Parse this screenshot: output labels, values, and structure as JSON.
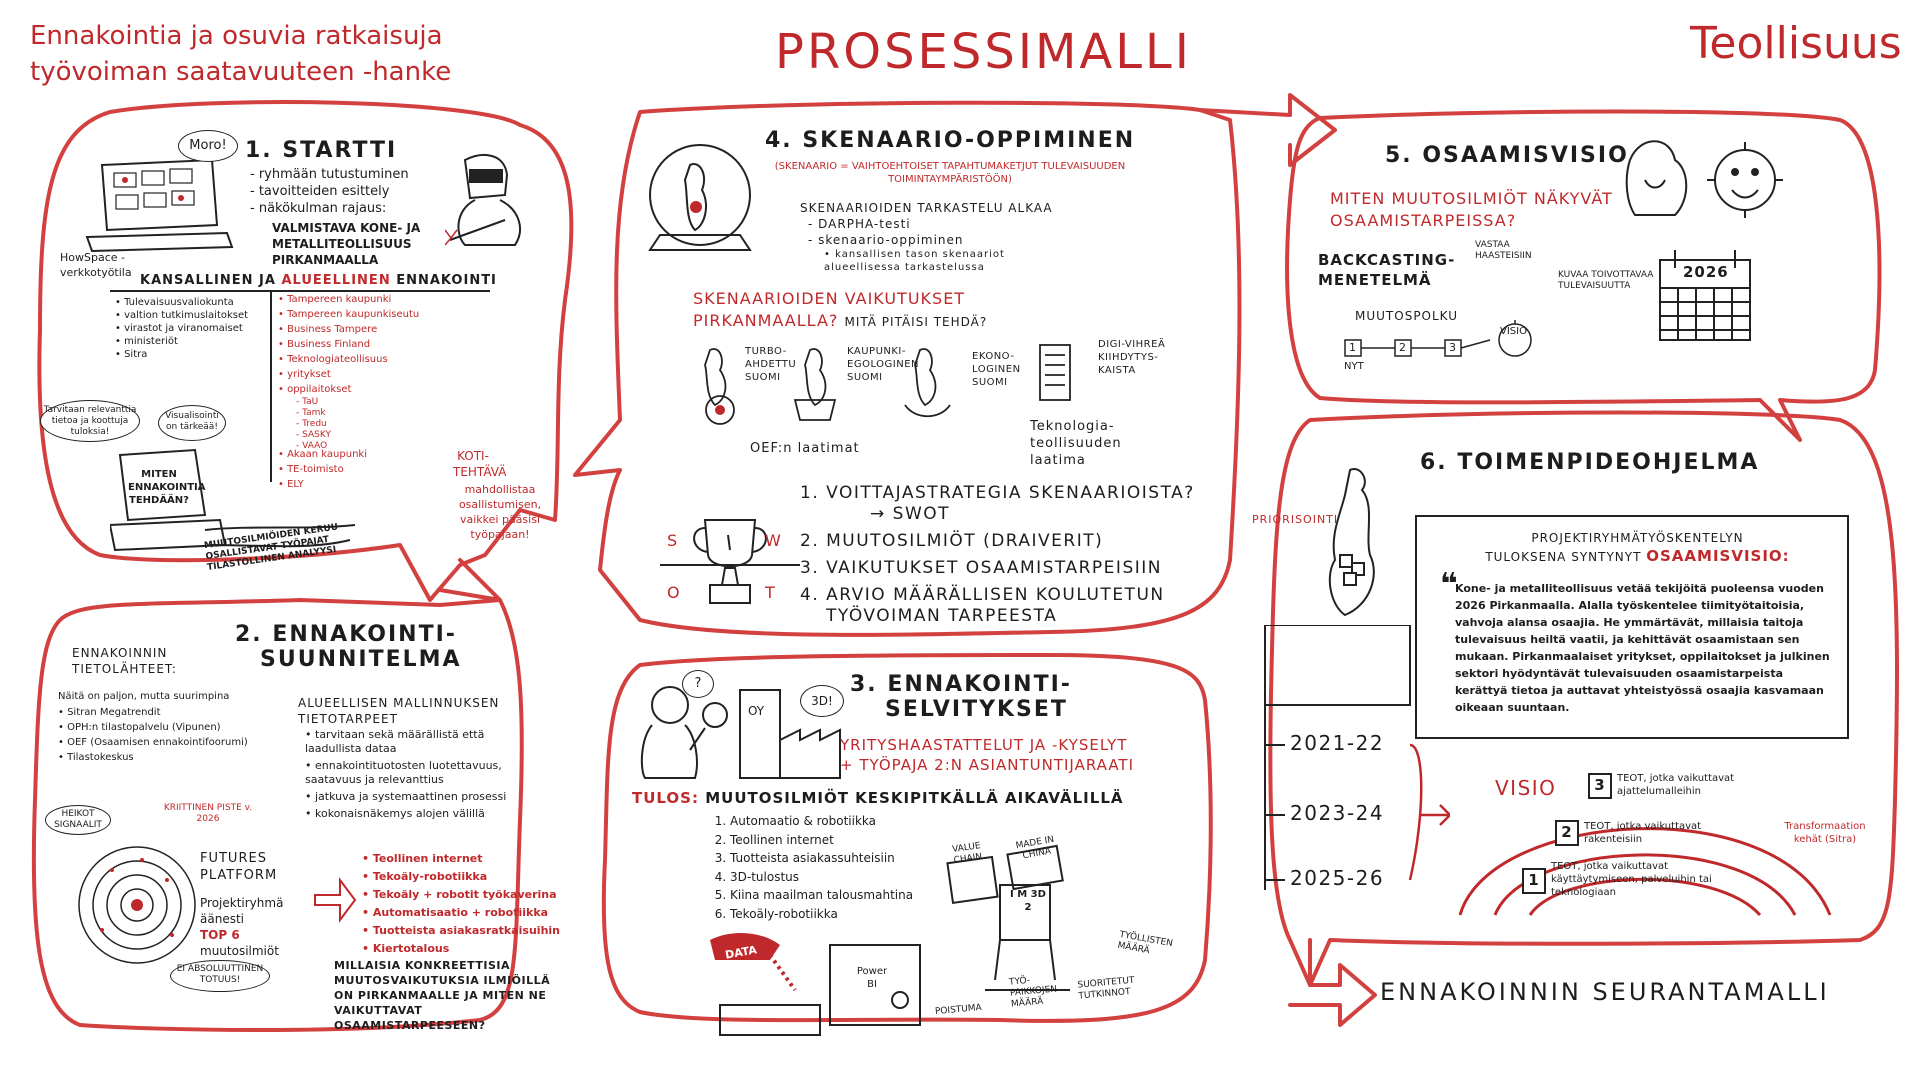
{
  "header": {
    "project_line1": "Ennakointia ja osuvia ratkaisuja",
    "project_line2": "työvoiman saatavuuteen -hanke",
    "title": "PROSESSIMALLI",
    "industry": "Teollisuus"
  },
  "colors": {
    "accent": "#c0292b",
    "ink": "#1d1d1d",
    "background": "#ffffff"
  },
  "step1": {
    "title": "1. STARTTI",
    "bullets": [
      "- ryhmään tutustuminen",
      "- tavoitteiden esittely",
      "- näkökulman rajaus:"
    ],
    "focus": "VALMISTAVA KONE- JA METALLITEOLLISUUS PIRKANMAALLA",
    "moro": "Moro!",
    "howspace": "HowSpace -verkkotyötila",
    "heading_a": "KANSALLINEN JA",
    "heading_b": "ALUEELLINEN",
    "heading_c": "ENNAKOINTI",
    "national": [
      "Tulevaisuusvaliokunta",
      "valtion tutkimuslaitokset",
      "virastot ja viranomaiset",
      "ministeriöt",
      "Sitra"
    ],
    "regional": [
      "Tampereen kaupunki",
      "Tampereen kaupunkiseutu",
      "Business Tampere",
      "Business Finland",
      "Teknologiateollisuus",
      "yritykset",
      "oppilaitokset"
    ],
    "schools": [
      "- TaU",
      "- Tamk",
      "- Tredu",
      "- SASKY",
      "- VAAO"
    ],
    "regional_more": [
      "Akaan kaupunki",
      "TE-toimisto",
      "ELY"
    ],
    "bubble_a": "Tarvitaan relevanttia tietoa ja koottuja tuloksia!",
    "bubble_b": "Visualisointi on tärkeää!",
    "screen": "MITEN ENNAKOINTIA TEHDÄÄN?",
    "scroll": "MUUTOSILMIÖIDEN KERUU OSALLISTAVAT TYÖPAJAT TILASTOLLINEN ANALYYSI",
    "homework": "KOTI-TEHTÄVÄ",
    "homework_note": "mahdollistaa osallistumisen, vaikkei pääsisi työpajaan!"
  },
  "step2": {
    "title_a": "2. ENNAKOINTI-",
    "title_b": "SUUNNITELMA",
    "sources_title": "ENNAKOINNIN TIETOLÄHTEET:",
    "sources_intro": "Näitä on paljon, mutta suurimpina",
    "sources": [
      "Sitran Megatrendit",
      "OPH:n tilastopalvelu (Vipunen)",
      "OEF (Osaamisen ennakointifoorumi)",
      "Tilastokeskus"
    ],
    "needs_title": "ALUEELLISEN MALLINNUKSEN TIETOTARPEET",
    "needs": [
      "tarvitaan sekä määrällistä että laadullista dataa",
      "ennakointituotosten luotettavuus, saatavuus ja relevanttius",
      "jatkuva ja systemaattinen prosessi",
      "kokonaisnäkemys alojen välillä"
    ],
    "weak": "HEIKOT SIGNAALIT",
    "critical": "KRIITTINEN PISTE v. 2026",
    "futures": "FUTURES PLATFORM",
    "voted_a": "Projektiryhmä äänesti",
    "top6": "TOP 6",
    "voted_b": "muutosilmiöt",
    "absolute": "EI ABSOLUUTTINEN TOTUUS!",
    "top_list": [
      "Teollinen internet",
      "Tekoäly-robotiikka",
      "Tekoäly + robotit työkaverina",
      "Automatisaatio + robotiikka",
      "Tuotteista asiakasratkaisuihin",
      "Kiertotalous"
    ],
    "question": "MILLAISIA KONKREETTISIA MUUTOSVAIKUTUKSIA ILMIÖILLÄ ON PIRKANMAALLE JA MITEN NE VAIKUTTAVAT OSAAMISTARPEESEEN?"
  },
  "step3": {
    "title_a": "3. ENNAKOINTI-",
    "title_b": "SELVITYKSET",
    "interviews_a": "YRITYSHAASTATTELUT JA -KYSELYT",
    "interviews_b": "+ TYÖPAJA 2:N ASIANTUNTIJARAATI",
    "result_label": "TULOS:",
    "result_text": "MUUTOSILMIÖT KESKIPITKÄLLÄ AIKAVÄLILLÄ",
    "results": [
      "Automaatio & robotiikka",
      "Teollinen internet",
      "Tuotteista asiakassuhteisiin",
      "3D-tulostus",
      "Kiina maailman talousmahtina",
      "Tekoäly-robotiikka"
    ],
    "oy": "OY",
    "speech": "3D!",
    "q": "?",
    "value": "VALUE",
    "chain": "CHAIN",
    "made": "MADE IN CHINA",
    "robot": "I M 3D 2",
    "data": "DATA",
    "powerbi": "Power BI",
    "poistuma": "POISTUMA",
    "tyopaikka": "TYÖ-PAIKKOJEN MÄÄRÄ",
    "suoritetut": "SUORITETUT TUTKINNOT",
    "tyollisten": "TYÖLLISTEN MÄÄRÄ"
  },
  "step4": {
    "title": "4. SKENAARIO-OPPIMINEN",
    "definition": "(SKENAARIO = VAIHTOEHTOISET TAPAHTUMAKETJUT TULEVAISUUDEN TOIMINTAYMPÄRISTÖÖN)",
    "review_title": "SKENAARIOIDEN TARKASTELU ALKAA",
    "review": [
      "- DARPHA-testi",
      "- skenaario-oppiminen",
      "• kansallisen tason skenaariot alueellisessa tarkastelussa"
    ],
    "impacts_a": "SKENAARIOIDEN VAIKUTUKSET",
    "impacts_b": "PIRKANMAALLA?",
    "impacts_c": "MITÄ PITÄISI TEHDÄ?",
    "scenarios": [
      "TURBO-AHDETTU SUOMI",
      "KAUPUNKI-EGOLOGINEN SUOMI",
      "EKONO-LOGINEN SUOMI",
      "DIGI-VIHREÄ KIIHDYTYS-KAISTA"
    ],
    "oef": "OEF:n laatimat",
    "tech": "Teknologia-teollisuuden laatima",
    "questions": [
      "1. VOITTAJASTRATEGIA SKENAARIOISTA?",
      "→ SWOT",
      "2. MUUTOSILMIÖT (DRAIVERIT)",
      "3. VAIKUTUKSET OSAAMISTARPEISIIN",
      "4. ARVIO MÄÄRÄLLISEN KOULUTETUN",
      "TYÖVOIMAN TARPEESTA"
    ],
    "swot": [
      "S",
      "W",
      "O",
      "T"
    ]
  },
  "step5": {
    "title": "5. OSAAMISVISIO",
    "question": "MITEN MUUTOSILMIÖT NÄKYVÄT OSAAMISTARPEISSA?",
    "backcasting": "BACKCASTING-MENETELMÄ",
    "answer": "VASTAA HAASTEISIIN",
    "creates": "KUVAA TOIVOTTAVAA TULEVAISUUTTA",
    "path": "MUUTOSPOLKU",
    "vision": "VISIO",
    "steps": [
      "1",
      "2",
      "3"
    ],
    "now": "NYT",
    "year": "2026"
  },
  "step6": {
    "title": "6. TOIMENPIDEOHJELMA",
    "prioritize": "PRIORISOINTI",
    "box_title_a": "PROJEKTIRYHMÄTYÖSKENTELYN",
    "box_title_b": "TULOKSENA SYNTYNYT",
    "box_title_c": "OSAAMISVISIO:",
    "vision_text": "Kone- ja metalliteollisuus vetää tekijöitä puoleensa vuoden 2026 Pirkanmaalla. Alalla työskentelee tiimityötaitoisia, vahvoja alansa osaajia. He ymmärtävät, millaisia taitoja tulevaisuus heiltä vaatii, ja kehittävät osaamistaan sen mukaan. Pirkanmaalaiset yritykset, oppilaitokset ja julkinen sektori hyödyntävät tulevaisuuden osaamistarpeista kerättyä tietoa ja auttavat yhteistyössä osaajia kasvamaan oikeaan suuntaan.",
    "years": [
      "2021-22",
      "2023-24",
      "2025-26"
    ],
    "vision_word": "VISIO",
    "acts": [
      "TEOT, jotka vaikuttavat ajattelumalleihin",
      "TEOT, jotka vaikuttavat rakenteisiin",
      "TEOT, jotka vaikuttavat käyttäytymiseen, palveluihin tai teknologiaan"
    ],
    "act_nums": [
      "3",
      "2",
      "1"
    ],
    "transformation": "Transformaation kehät (Sitra)"
  },
  "footer": {
    "followup": "ENNAKOINNIN SEURANTAMALLI"
  }
}
